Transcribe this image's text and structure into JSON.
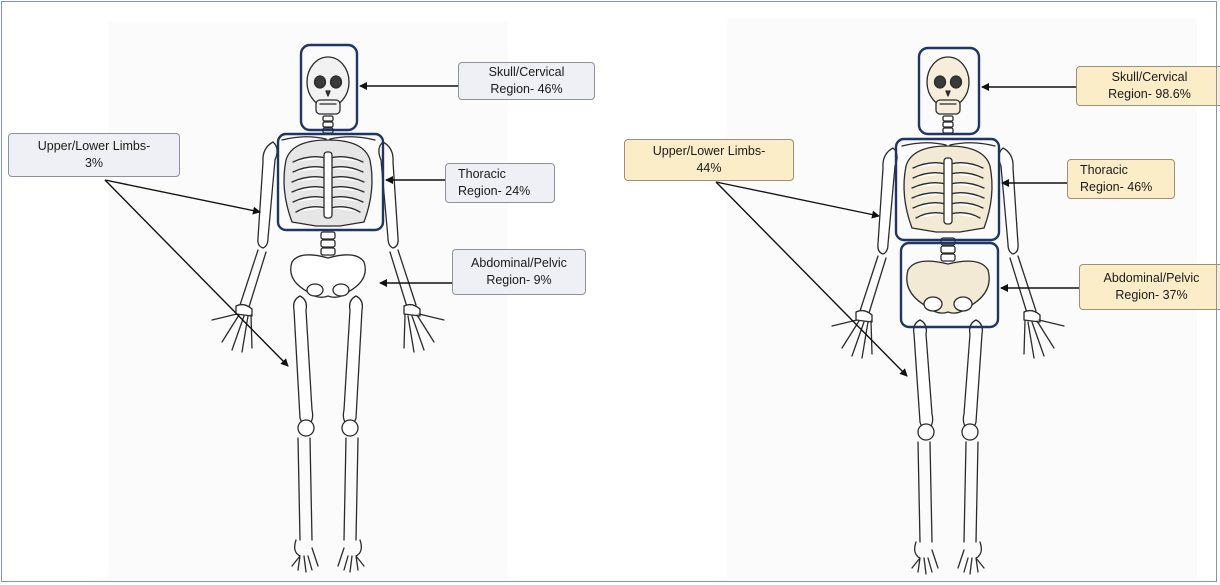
{
  "figure": {
    "left_panel": {
      "theme_color": "#eef0f5",
      "labels": {
        "skull": {
          "line1": "Skull/Cervical",
          "line2": "Region- 46%"
        },
        "thoracic": {
          "line1": "Thoracic",
          "line2": "Region- 24%"
        },
        "pelvic": {
          "line1": "Abdominal/Pelvic",
          "line2": "Region- 9%"
        },
        "limbs": {
          "line1": "Upper/Lower Limbs-",
          "line2": "3%"
        }
      }
    },
    "right_panel": {
      "theme_color": "#fbedc7",
      "labels": {
        "skull": {
          "line1": "Skull/Cervical",
          "line2": "Region- 98.6%"
        },
        "thoracic": {
          "line1": "Thoracic",
          "line2": "Region- 46%"
        },
        "pelvic": {
          "line1": "Abdominal/Pelvic",
          "line2": "Region- 37%"
        },
        "limbs": {
          "line1": "Upper/Lower Limbs-",
          "line2": "44%"
        }
      }
    },
    "highlight_border_color": "#1f3566"
  }
}
